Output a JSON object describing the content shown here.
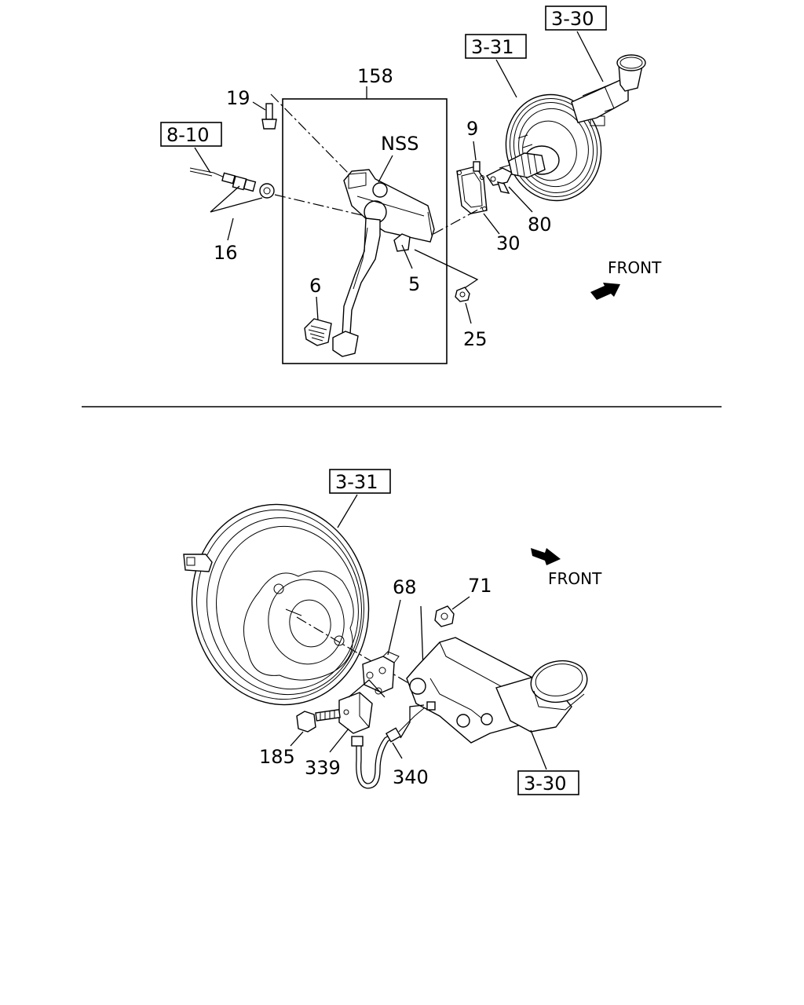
{
  "top_diagram": {
    "callouts": {
      "ref_3_30": "3-30",
      "ref_3_31": "3-31",
      "ref_8_10": "8-10",
      "part_158": "158",
      "part_19": "19",
      "part_nss": "NSS",
      "part_9": "9",
      "part_80": "80",
      "part_30": "30",
      "part_16": "16",
      "part_5": "5",
      "part_6": "6",
      "part_25": "25"
    },
    "front_label": "FRONT"
  },
  "bottom_diagram": {
    "callouts": {
      "ref_3_31": "3-31",
      "ref_3_30": "3-30",
      "part_68": "68",
      "part_71": "71",
      "part_185": "185",
      "part_339": "339",
      "part_340": "340"
    },
    "front_label": "FRONT"
  }
}
